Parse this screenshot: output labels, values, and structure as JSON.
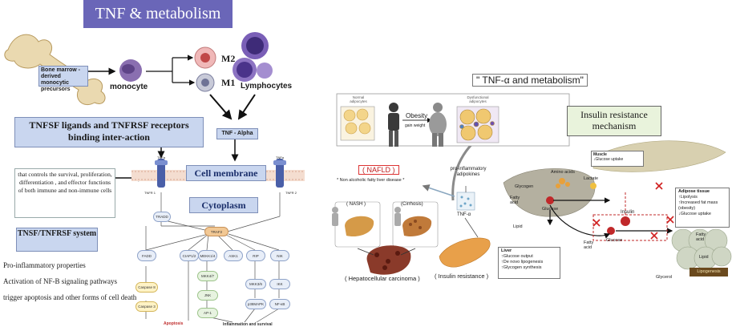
{
  "left": {
    "title": "TNF & metabolism",
    "precursor_label": "Bone marrow -derived monocytic precursors",
    "monocyte": "monocyte",
    "m2": "M2",
    "m1": "M1",
    "lymphocytes": "Lymphocytes",
    "tnf_alpha": "TNF - Alpha",
    "ligands_box": "TNFSF ligands and TNFRSF receptors binding inter-action",
    "cell_membrane": "Cell membrane",
    "cytoplasm": "Cytoplasm",
    "controls_text": "that controls the survival, proliferation, differentiation , and effector functions of both immune and non-immune cells",
    "system_box": "TNSF/TNFRSF system",
    "bullets": [
      "Pro-inflammatory properties",
      "Activation of NF-B signaling pathways",
      "trigger apoptosis and other forms of cell death"
    ],
    "tnfr1": "TNFR 1",
    "tnfr2": "TNFR 2",
    "tnfa_small": "TNFα",
    "pathway": {
      "tradd": "TRADD",
      "traf2": "TRAF2",
      "fadd": "FADD",
      "ciap": "CIAP1/2",
      "mekk": "MEKK1/4",
      "ask1": "ASK1",
      "rip": "RIP",
      "nik": "NIK",
      "casp8": "Caspase 8",
      "casp3": "Caspase 3",
      "mkk": "MKK4/7",
      "jnk": "JNK",
      "ap1": "AP-1",
      "mkk36": "MKK3/6",
      "p38": "p38MAPK",
      "ikk": "IKK",
      "nfkb": "NF-κB",
      "apoptosis": "Apoptosis",
      "inflammation": "Inflammation and survival"
    }
  },
  "right": {
    "title": "\" TNF-α and metabolism\"",
    "normal_adipocytes": "Normal adipocytes",
    "obesity": "Obesity",
    "gain_weight": "gain weight",
    "dysfunctional": "Dysfunctional adipocytes",
    "nafld": "( NAFLD )",
    "nafld_def": "* Non alcoholic fatty liver disease *",
    "nash": "( NASH )",
    "cirrhosis": "(Cirrhosis)",
    "hcc": "( Hepatocellular carcinoma )",
    "pro_inflam": "pro-inflammatory adipokines",
    "tnf_a": "TNF-α",
    "insulin_resistance": "( Insulin resistance )",
    "irm_title": "Insulin resistance mechanism",
    "muscle_title": "Muscle",
    "muscle_text": "↓Glucose uptake",
    "amino_acids": "Amino acids",
    "lactate": "Lactate",
    "glycogen": "Glycogen",
    "fatty_acid": "Fatty acid",
    "glucose": "Glucose",
    "lipid": "Lipid",
    "insulin": "Insulin",
    "glucose2": "Glucose",
    "fatty_acid2": "Fatty acid",
    "liver_title": "Liver",
    "liver_lines": [
      "↑Glucose output",
      "↑De novo lipogenesis",
      "↑Glycogen synthesis"
    ],
    "adipose_title": "Adipose tissue",
    "adipose_lines": [
      "↑Lipolysis",
      "↑Increased fat mass (obesity)",
      "↓Glucose uptake"
    ],
    "fatty_acid3": "Fatty acid",
    "lipid2": "Lipid",
    "glycerol": "Glycerol",
    "lipogenesis": "Lipogenesis"
  },
  "colors": {
    "title_bg": "#6a66b8",
    "box_blue": "#c9d6ef",
    "liver": "#c98a3a",
    "pancreas": "#e8a04a"
  }
}
